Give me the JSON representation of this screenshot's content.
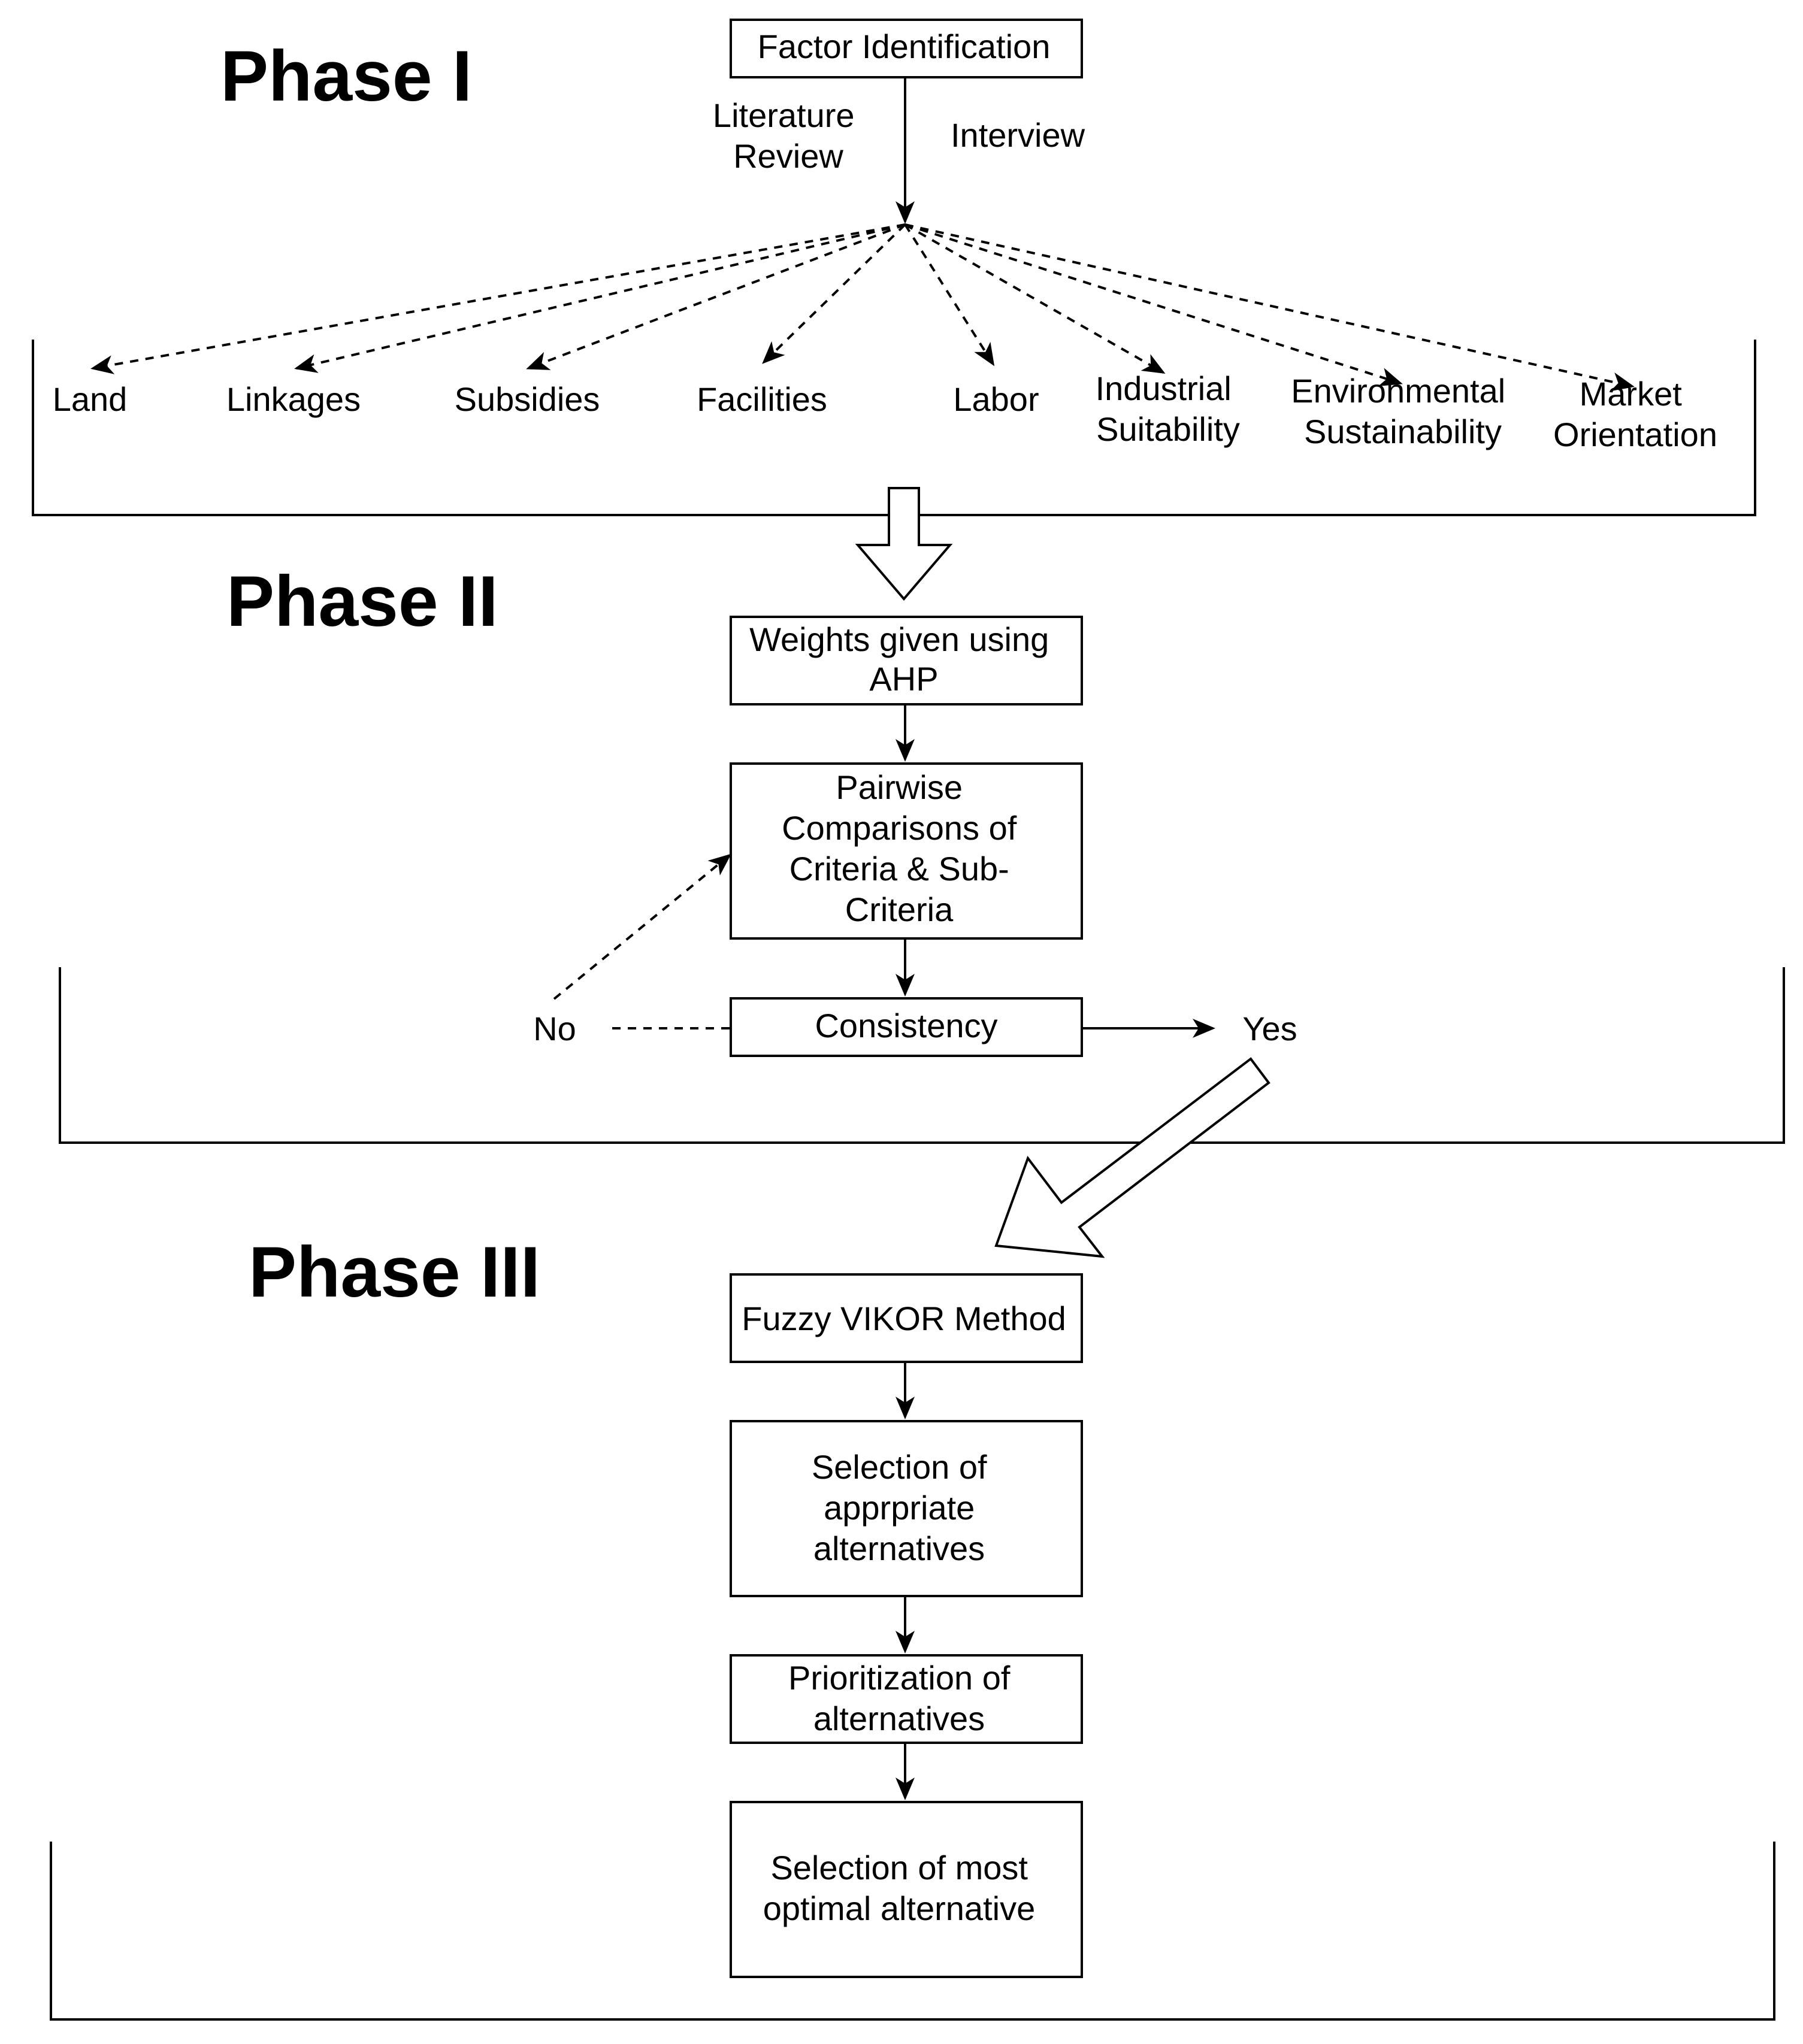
{
  "phases": {
    "phase1": "Phase I",
    "phase2": "Phase II",
    "phase3": "Phase III"
  },
  "phase1": {
    "factor_identification": "Factor Identification",
    "literature_review": [
      "Literature",
      "Review"
    ],
    "interview": "Interview",
    "factors": {
      "land": [
        "Land"
      ],
      "linkages": [
        "Linkages"
      ],
      "subsidies": [
        "Subsidies"
      ],
      "facilities": [
        "Facilities"
      ],
      "labor": [
        "Labor"
      ],
      "industrial": [
        "Industrial",
        "Suitability"
      ],
      "environmental": [
        "Environmental",
        "Sustainability"
      ],
      "market": [
        "Market",
        "Orientation"
      ]
    }
  },
  "phase2": {
    "weights": [
      "Weights given using",
      "AHP"
    ],
    "pairwise": [
      "Pairwise",
      "Comparisons of",
      "Criteria & Sub-",
      "Criteria"
    ],
    "consistency": "Consistency",
    "no": "No",
    "yes": "Yes"
  },
  "phase3": {
    "fuzzy_vikor": "Fuzzy VIKOR Method",
    "selection_appropriate": [
      "Selection of",
      "apprpriate",
      "alternatives"
    ],
    "prioritization": [
      "Prioritization of",
      "alternatives"
    ],
    "selection_optimal": [
      "Selection of most",
      "optimal alternative"
    ]
  }
}
